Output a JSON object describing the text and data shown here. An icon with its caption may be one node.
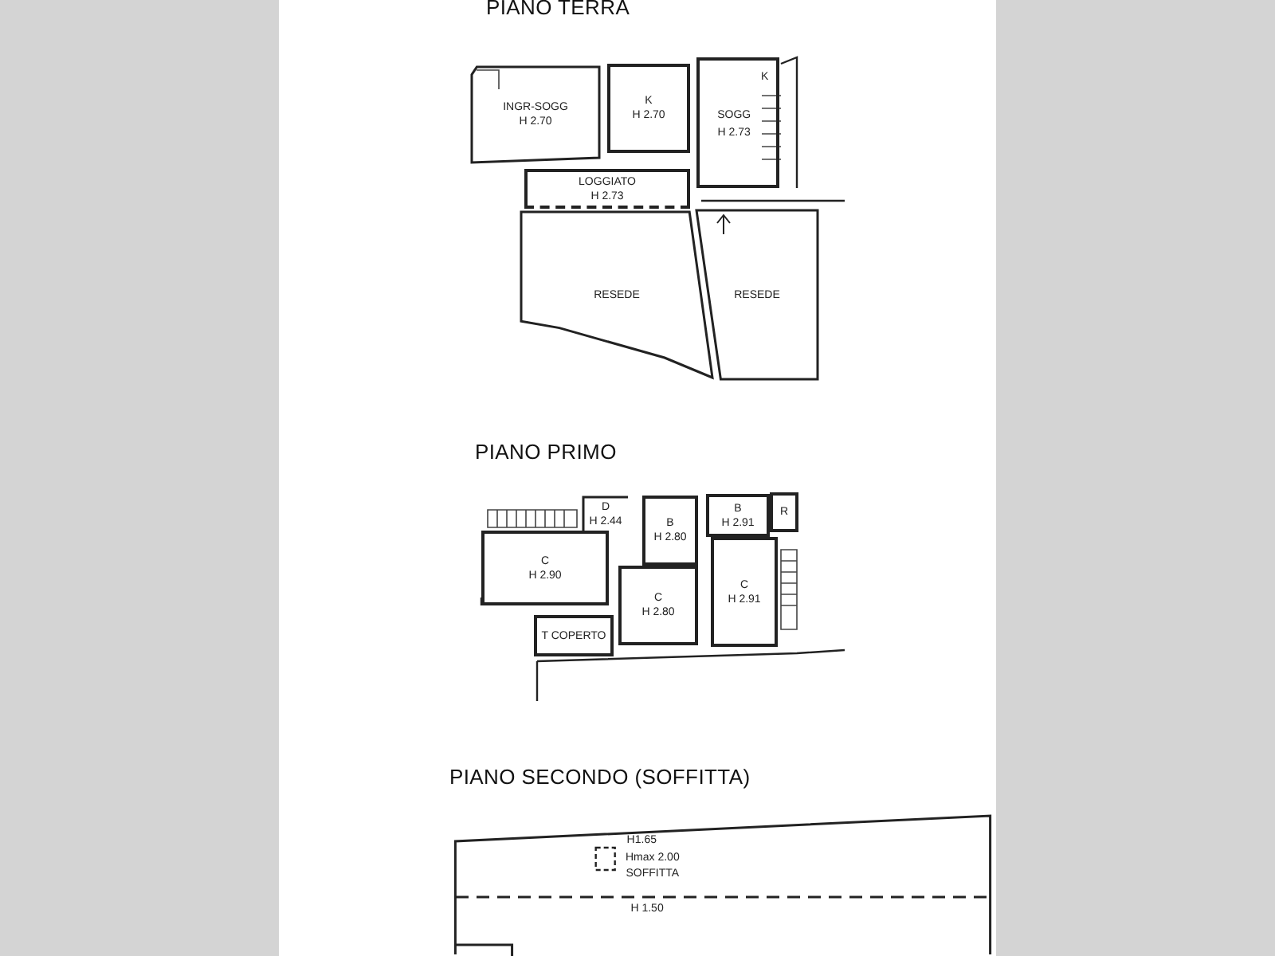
{
  "diagram": {
    "nodes": [
      {
        "text": [
          "INGR-SOGG",
          "H 2.70"
        ]
      },
      {
        "text": [
          "K",
          "H 2.70"
        ]
      },
      {
        "text": [
          "K",
          "SOGG",
          "H 2.73"
        ]
      },
      {
        "text": [
          "LOGGIATO",
          "H 2.73"
        ]
      },
      {
        "text": [
          "RESEDE"
        ]
      },
      {
        "text": [
          "RESEDE"
        ]
      },
      {
        "text": [
          "C",
          "H 2.90"
        ]
      },
      {
        "text": [
          "D",
          "H 2.44"
        ]
      },
      {
        "text": [
          "B",
          "H 2.80"
        ]
      },
      {
        "text": [
          "C",
          "H 2.80"
        ]
      },
      {
        "text": [
          "B",
          "H 2.91"
        ]
      },
      {
        "text": [
          "R"
        ]
      },
      {
        "text": [
          "C",
          "H 2.91"
        ]
      },
      {
        "text": [
          "T COPERTO"
        ]
      },
      {
        "text": [
          "H1.65",
          "Hmax 2.00",
          "SOFFITTA",
          "H 1.50"
        ]
      }
    ],
    "labels": [
      "PIANO TERRA",
      "PIANO PRIMO",
      "PIANO SECONDO (SOFFITTA)"
    ]
  }
}
